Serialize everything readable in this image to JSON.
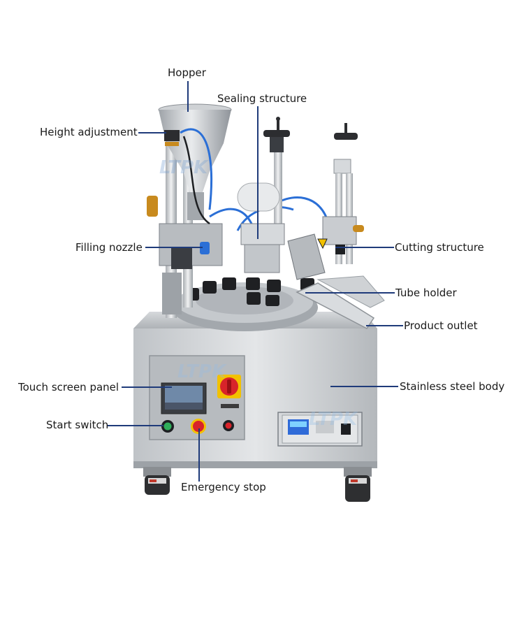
{
  "watermark": "LTPK",
  "labels": {
    "hopper": "Hopper",
    "sealing_structure": "Sealing structure",
    "height_adjustment": "Height adjustment",
    "filling_nozzle": "Filling nozzle",
    "cutting_structure": "Cutting structure",
    "tube_holder": "Tube holder",
    "product_outlet": "Product outlet",
    "touch_screen_panel": "Touch screen panel",
    "stainless_steel_body": "Stainless steel body",
    "start_switch": "Start switch",
    "emergency_stop": "Emergency stop"
  },
  "colors": {
    "leader": "#1f3b7a",
    "steel": "#c9cdd1",
    "emergency_red": "#d8232a",
    "start_green": "#2fae5a",
    "hose_blue": "#2b6fd6"
  }
}
